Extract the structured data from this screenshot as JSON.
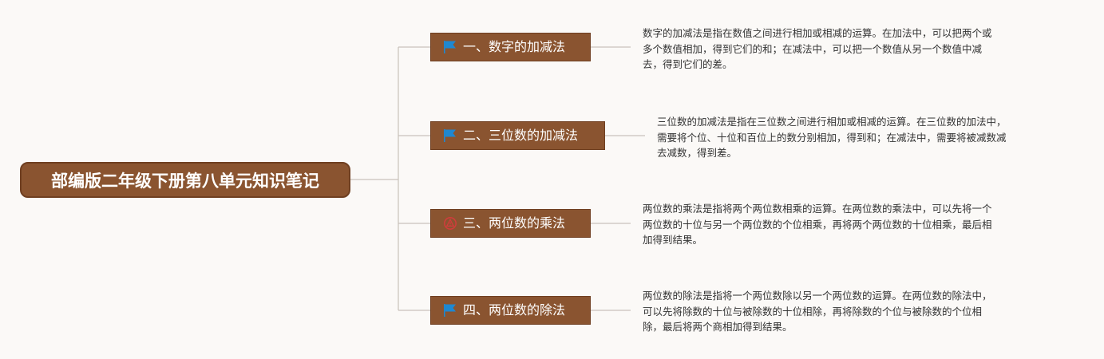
{
  "root": {
    "title": "部编版二年级下册第八单元知识笔记"
  },
  "branches": [
    {
      "label": "一、数字的加减法",
      "icon": "blue-flag-icon",
      "icon_color": "#1e88d2",
      "note": "数字的加减法是指在数值之间进行相加或相减的运算。在加法中，可以把两个或\n多个数值相加，得到它们的和；在减法中，可以把一个数值从另一个数值中减\n去，得到它们的差。"
    },
    {
      "label": "二、三位数的加减法",
      "icon": "blue-flag-icon",
      "icon_color": "#1e88d2",
      "note": "三位数的加减法是指在三位数之间进行相加或相减的运算。在三位数的加法中，\n需要将个位、十位和百位上的数分别相加，得到和；在减法中，需要将被减数减\n去减数，得到差。"
    },
    {
      "label": "三、两位数的乘法",
      "icon": "red-warning-icon",
      "icon_color": "#d23c3c",
      "note": "两位数的乘法是指将两个两位数相乘的运算。在两位数的乘法中，可以先将一个\n两位数的十位与另一个两位数的个位相乘，再将两个两位数的十位相乘，最后相\n加得到结果。"
    },
    {
      "label": "四、两位数的除法",
      "icon": "blue-flag-icon",
      "icon_color": "#1e88d2",
      "note": "两位数的除法是指将一个两位数除以另一个两位数的运算。在两位数的除法中，\n可以先将除数的十位与被除数的十位相除，再将除数的个位与被除数的个位相\n除，最后将两个商相加得到结果。"
    }
  ],
  "colors": {
    "node_fill": "#8a5430",
    "connector": "#c9c2bb",
    "background": "#fbf9f7"
  }
}
